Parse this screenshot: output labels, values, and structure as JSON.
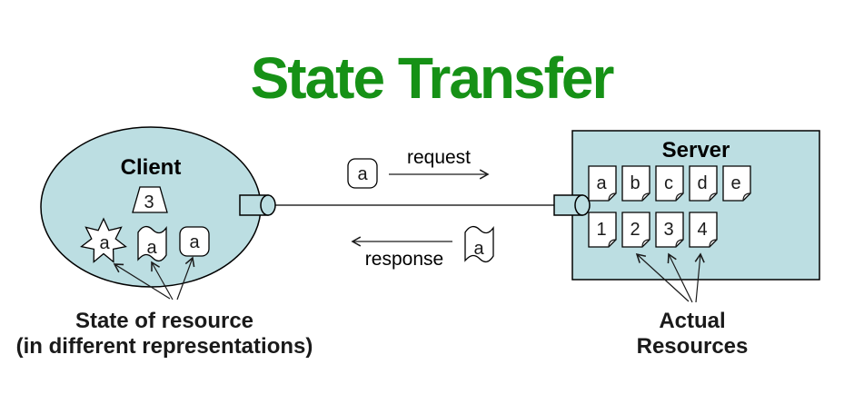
{
  "title": "State Transfer",
  "colors": {
    "diagram_fill": "#bcdee2",
    "title_text": "#169116",
    "outline": "#000000",
    "body_text": "#000000"
  },
  "client": {
    "label": "Client",
    "shapes": {
      "trapezoid_label": "3",
      "star_label": "a",
      "wavy_doc_label": "a",
      "rounded_square_label": "a"
    },
    "caption": {
      "line1": "State of resource",
      "line2": "(in different representations)"
    }
  },
  "connection": {
    "request": {
      "label": "request",
      "message": "a"
    },
    "response": {
      "label": "response",
      "message": "a"
    }
  },
  "server": {
    "label": "Server",
    "representation_docs": [
      "a",
      "b",
      "c",
      "d",
      "e"
    ],
    "resource_docs": [
      "1",
      "2",
      "3",
      "4"
    ],
    "caption": {
      "line1": "Actual",
      "line2": "Resources"
    }
  }
}
